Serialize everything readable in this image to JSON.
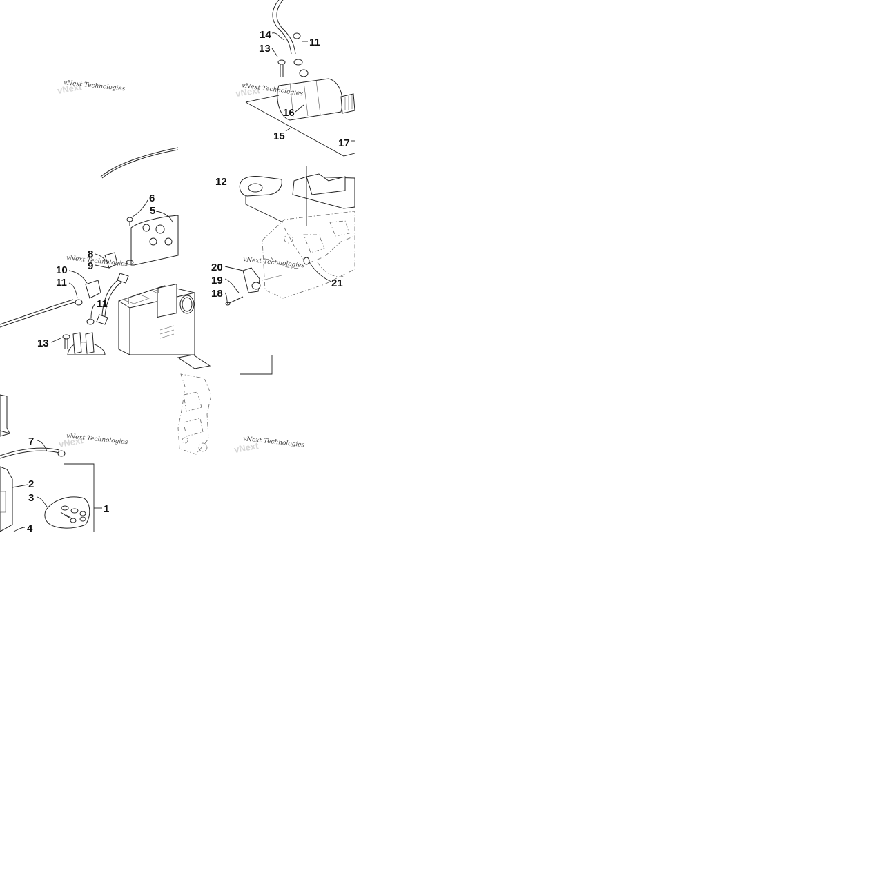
{
  "watermark": {
    "brand": "vNext Technologies"
  },
  "callouts": {
    "top_panel": {
      "c14": "14",
      "c11": "11",
      "c13": "13",
      "c16": "16",
      "c15": "15",
      "c17": "17"
    },
    "right_panel": {
      "c12": "12",
      "c20": "20",
      "c19": "19",
      "c18": "18",
      "c21": "21"
    },
    "left_panel": {
      "c6": "6",
      "c5": "5",
      "c8": "8",
      "c9": "9",
      "c10": "10",
      "c11a": "11",
      "c11b": "11",
      "c13": "13"
    },
    "bottom_panel": {
      "c7": "7",
      "c2": "2",
      "c3": "3",
      "c1": "1",
      "c4": "4"
    }
  }
}
